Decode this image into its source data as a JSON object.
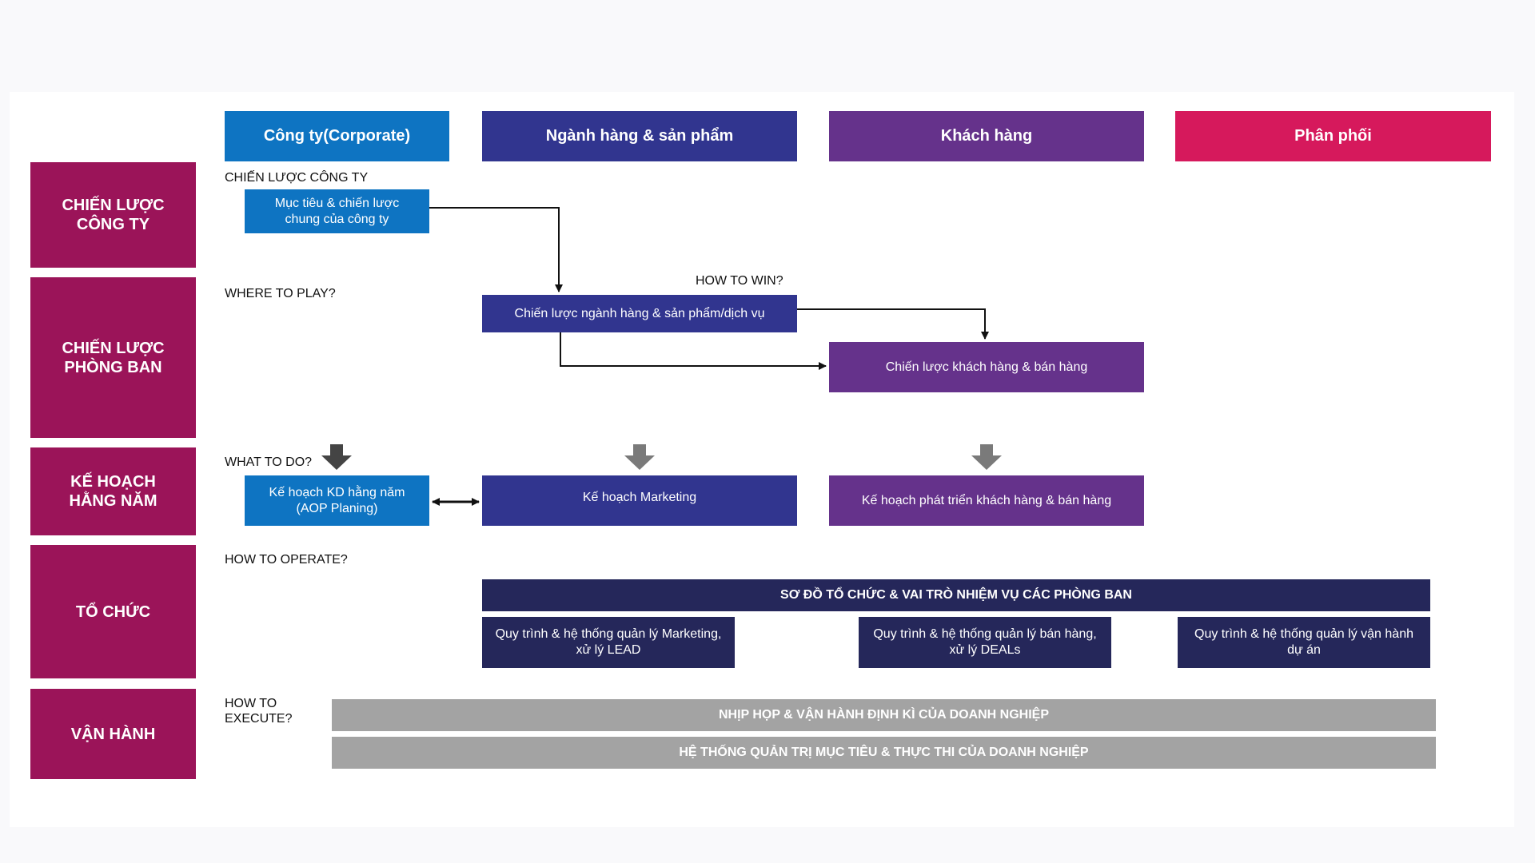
{
  "colors": {
    "corporate": "#0e74c2",
    "product": "#31358f",
    "customer": "#65328b",
    "distribution": "#d6195c",
    "row_header": "#9b1459",
    "navy": "#25275a",
    "gray": "#a3a3a3"
  },
  "columns": [
    "Công ty(Corporate)",
    "Ngành hàng & sản phẩm",
    "Khách hàng",
    "Phân phối"
  ],
  "rows": [
    "CHIẾN LƯỢC\nCÔNG TY",
    "CHIẾN LƯỢC\nPHÒNG BAN",
    "KẾ HOẠCH\nHẰNG NĂM",
    "TỔ CHỨC",
    "VẬN HÀNH"
  ],
  "questions": {
    "corporate_strategy": "CHIẾN LƯỢC CÔNG TY",
    "where": "WHERE TO PLAY?",
    "how_win": "HOW TO WIN?",
    "what": "WHAT TO DO?",
    "operate": "HOW TO OPERATE?",
    "execute": "HOW TO\nEXECUTE?"
  },
  "boxes": {
    "goals": "Mục tiêu & chiến lược\nchung của công ty",
    "product_strategy": "Chiến lược ngành hàng  & sản phẩm/dịch vụ",
    "customer_strategy": "Chiến lược khách hàng & bán hàng",
    "aop": "Kế hoạch KD hằng năm\n(AOP Planing)",
    "marketing_plan": "Kế hoạch Marketing",
    "customer_plan": "Kế hoạch phát triển khách hàng & bán hàng",
    "org_chart": "SƠ ĐỒ TỔ CHỨC & VAI TRÒ NHIỆM VỤ CÁC PHÒNG BAN",
    "proc_marketing": "Quy trình & hệ thống quản lý Marketing,\nxử lý LEAD",
    "proc_sales": "Quy trình & hệ thống quản lý bán hàng,\nxử lý DEALs",
    "proc_ops": "Quy trình & hệ thống quản lý vận hành\ndự án",
    "meetings": "NHỊP HỌP & VẬN HÀNH ĐỊNH KÌ CỦA DOANH NGHIỆP",
    "okr_system": "HỆ THỐNG QUẢN TRỊ MỤC TIÊU & THỰC THI CỦA DOANH NGHIỆP"
  }
}
